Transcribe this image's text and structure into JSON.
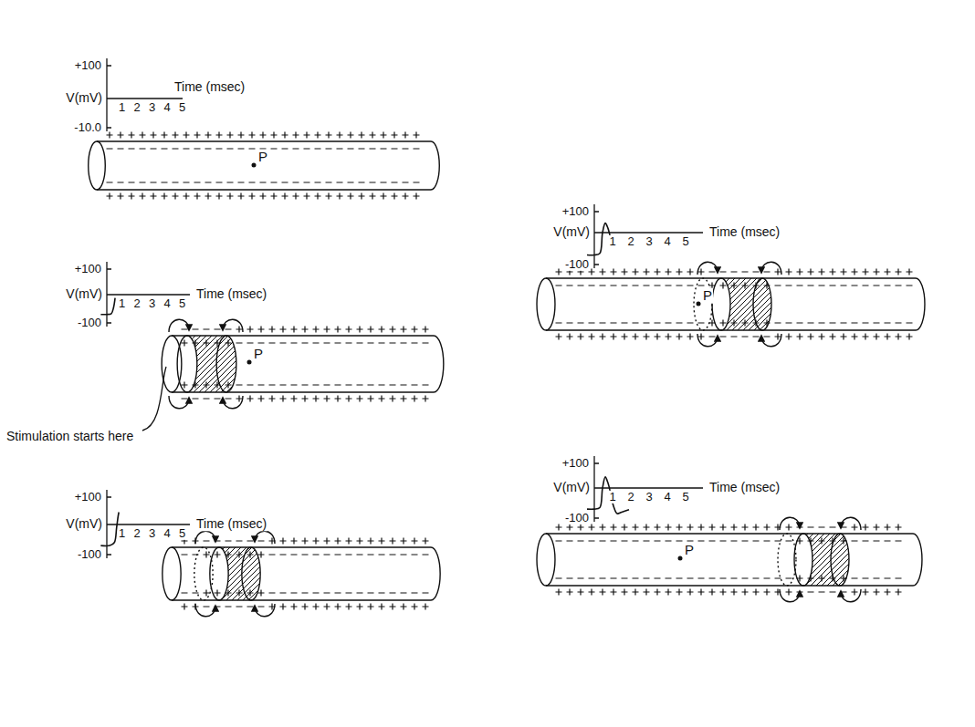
{
  "diagram": {
    "labels": [
      "+100",
      "V(mV)",
      "Time (msec)",
      "1",
      "2",
      "3",
      "4",
      "5",
      "-10.0",
      "P",
      "+100",
      "V(mV)",
      "Time (msec)",
      "1",
      "2",
      "3",
      "4",
      "5",
      "-100",
      "P",
      "+100",
      "V(mV)",
      "Time (msec)",
      "1",
      "2",
      "3",
      "4",
      "5",
      "-100",
      "P",
      "Stimulation starts here",
      "+100",
      "V(mV)",
      "Time (msec)",
      "1",
      "2",
      "3",
      "4",
      "5",
      "-100",
      "P",
      "+100",
      "V(mV)",
      "Time (msec)",
      "1",
      "2",
      "3",
      "4",
      "5",
      "-100"
    ]
  }
}
